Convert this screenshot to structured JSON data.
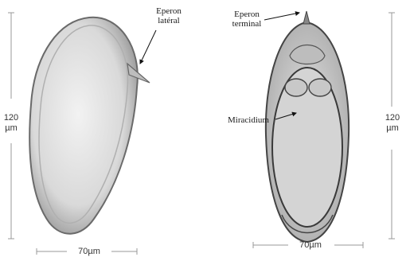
{
  "labels": {
    "left_spine_line1": "Eperon",
    "left_spine_line2": "latéral",
    "right_spine_line1": "Eperon",
    "right_spine_line2": "terminal",
    "miracidium": "Miracidium"
  },
  "dimensions": {
    "left_height_value": "120",
    "left_height_unit": "µm",
    "right_height_value": "120",
    "right_height_unit": "µm",
    "left_width": "70µm",
    "right_width": "70µm"
  },
  "icons": {
    "left_egg": "lateral-spined-egg",
    "right_egg": "terminal-spined-egg"
  }
}
